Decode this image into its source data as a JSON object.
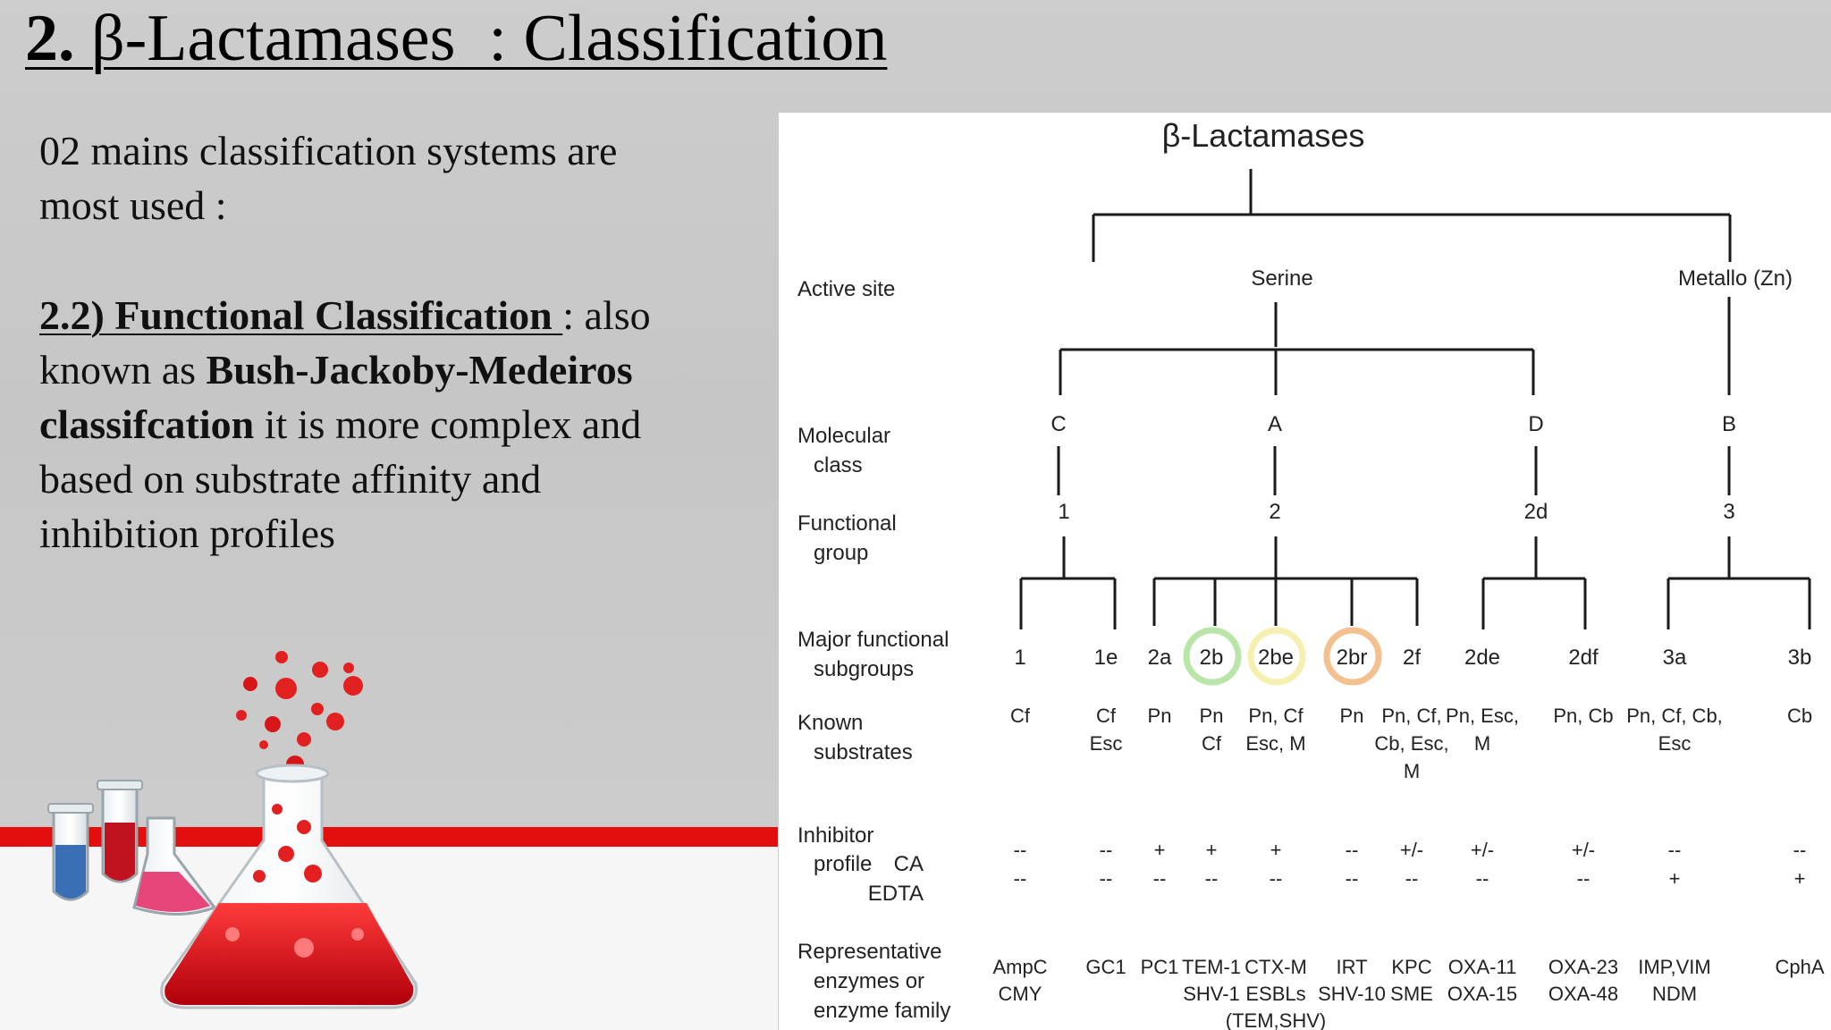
{
  "slide": {
    "title_number": "2.",
    "title_text": " β-Lactamases  : Classification",
    "intro_line1": "02 mains classification systems are",
    "intro_line2": "most used  :",
    "heading": "2.2) Functional Classification ",
    "heading_tail": ": also",
    "body_line2_a": "known as ",
    "body_line2_b": "Bush-Jackoby-Medeiros",
    "body_line3_a": "classifcation",
    "body_line3_b": " it is more complex and",
    "body_line4": "based on substrate affinity and",
    "body_line5": "inhibition profiles"
  },
  "diagram": {
    "root": "β-Lactamases",
    "row_labels": {
      "active_site": "Active site",
      "molecular_class": [
        "Molecular",
        "class"
      ],
      "functional_group": [
        "Functional",
        "group"
      ],
      "major_subgroups": [
        "Major functional",
        "subgroups"
      ],
      "known_substrates": [
        "Known",
        "substrates"
      ],
      "inhibitor_profile": [
        "Inhibitor",
        "profile"
      ],
      "ca": "CA",
      "edta": "EDTA",
      "representative": [
        "Representative",
        "enzymes or",
        "enzyme family"
      ]
    },
    "active_sites": [
      "Serine",
      "Metallo (Zn)"
    ],
    "molecular_classes": [
      "C",
      "A",
      "D",
      "B"
    ],
    "functional_groups": [
      "1",
      "2",
      "2d",
      "3"
    ],
    "subgroups": [
      {
        "name": "1",
        "substrates": [
          "Cf"
        ],
        "ca": "--",
        "edta": "--",
        "enzymes": [
          "AmpC",
          "CMY"
        ]
      },
      {
        "name": "1e",
        "substrates": [
          "Cf",
          "Esc"
        ],
        "ca": "--",
        "edta": "--",
        "enzymes": [
          "GC1"
        ]
      },
      {
        "name": "2a",
        "substrates": [
          "Pn"
        ],
        "ca": "+",
        "edta": "--",
        "enzymes": [
          "PC1"
        ]
      },
      {
        "name": "2b",
        "substrates": [
          "Pn",
          "Cf"
        ],
        "ca": "+",
        "edta": "--",
        "enzymes": [
          "TEM-1",
          "SHV-1"
        ]
      },
      {
        "name": "2be",
        "substrates": [
          "Pn, Cf",
          "Esc, M"
        ],
        "ca": "+",
        "edta": "--",
        "enzymes": [
          "CTX-M",
          "ESBLs",
          "(TEM,SHV)"
        ]
      },
      {
        "name": "2br",
        "substrates": [
          "Pn"
        ],
        "ca": "--",
        "edta": "--",
        "enzymes": [
          "IRT",
          "SHV-10"
        ]
      },
      {
        "name": "2f",
        "substrates": [
          "Pn, Cf,",
          "Cb, Esc,",
          "M"
        ],
        "ca": "+/-",
        "edta": "--",
        "enzymes": [
          "KPC",
          "SME"
        ]
      },
      {
        "name": "2de",
        "substrates": [
          "Pn, Esc,",
          "M"
        ],
        "ca": "+/-",
        "edta": "--",
        "enzymes": [
          "OXA-11",
          "OXA-15"
        ]
      },
      {
        "name": "2df",
        "substrates": [
          "Pn, Cb"
        ],
        "ca": "+/-",
        "edta": "--",
        "enzymes": [
          "OXA-23",
          "OXA-48"
        ]
      },
      {
        "name": "3a",
        "substrates": [
          "Pn, Cf, Cb,",
          "Esc"
        ],
        "ca": "--",
        "edta": "+",
        "enzymes": [
          "IMP,VIM",
          "NDM"
        ]
      },
      {
        "name": "3b",
        "substrates": [
          "Cb"
        ],
        "ca": "--",
        "edta": "+",
        "enzymes": [
          "CphA"
        ]
      }
    ],
    "highlights": [
      {
        "subgroup": "2b",
        "color": "#b9e6a8"
      },
      {
        "subgroup": "2be",
        "color": "#f6f0b0"
      },
      {
        "subgroup": "2br",
        "color": "#f3c08e"
      }
    ]
  }
}
